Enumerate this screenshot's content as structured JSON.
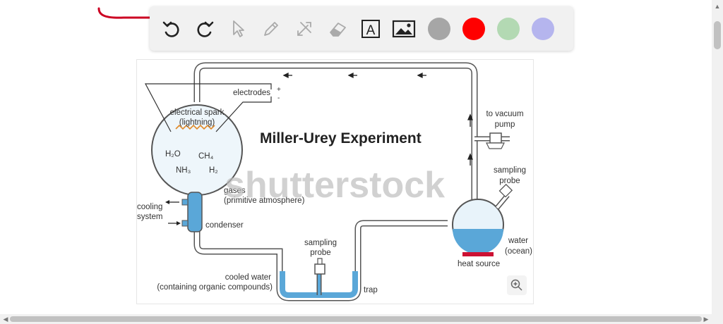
{
  "colors": {
    "red": "#ff0000",
    "gray": "#a6a6a6",
    "green": "#b3d9b3",
    "purple": "#b5b5ee",
    "water": "#5aa7d8",
    "tube": "#555555",
    "heat": "#cc1133",
    "spark": "#e08a2a"
  },
  "toolbar": {
    "tools": [
      "undo-icon",
      "redo-icon",
      "pointer-icon",
      "pencil-icon",
      "tools-icon",
      "eraser-icon",
      "text-icon",
      "image-icon"
    ],
    "text_tool_glyph": "A",
    "swatches": [
      "gray",
      "red",
      "green",
      "purple"
    ]
  },
  "diagram": {
    "title": "Miller-Urey Experiment",
    "watermark": "shutterstock",
    "labels": {
      "electrodes": "electrodes",
      "plus": "+",
      "minus": "-",
      "spark1": "electrical spark",
      "spark2": "(lightning)",
      "h2o": "H₂O",
      "ch4": "CH₄",
      "nh3": "NH₃",
      "h2": "H₂",
      "gases1": "gases",
      "gases2": "(primitive atmosphere)",
      "cooling1": "cooling",
      "cooling2": "system",
      "condenser": "condenser",
      "sampling1": "sampling",
      "sampling2": "probe",
      "cooled1": "cooled water",
      "cooled2": "(containing organic compounds)",
      "trap": "trap",
      "vacuum1": "to vacuum",
      "vacuum2": "pump",
      "rsampling1": "sampling",
      "rsampling2": "probe",
      "water1": "water",
      "water2": "(ocean)",
      "heat": "heat source"
    }
  }
}
